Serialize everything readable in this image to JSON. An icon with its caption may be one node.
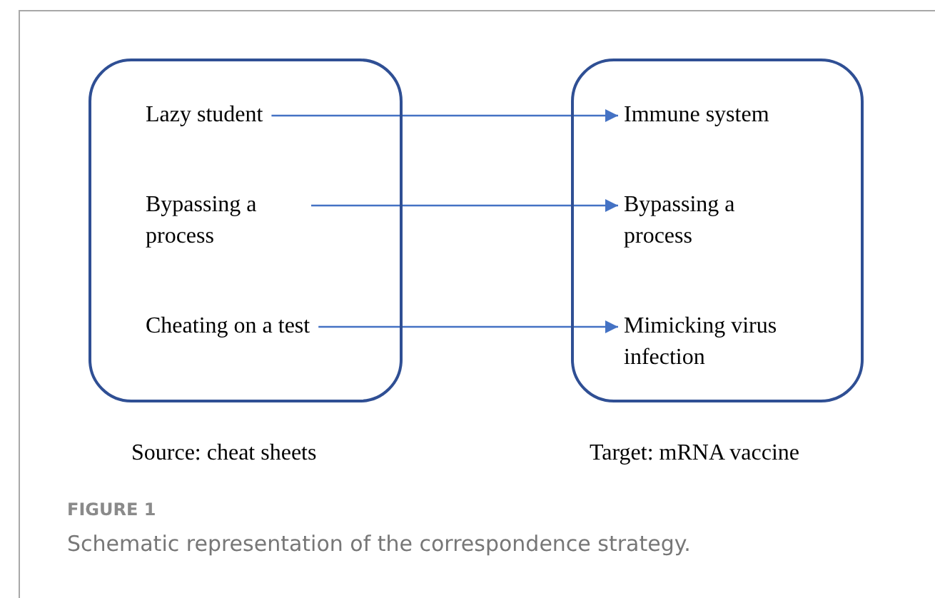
{
  "diagram": {
    "caption": "Schematic representation of the correspondence strategy.",
    "nodes": [
      {
        "text": [],
        "shape": "box",
        "beside": [
          "Source: cheat sheets"
        ]
      },
      {
        "text": [
          "Lazy student"
        ],
        "in": 0
      },
      {
        "text": [
          "Bypassing a process"
        ],
        "in": 0
      },
      {
        "text": [
          "Cheating on a test"
        ],
        "in": 0
      },
      {
        "text": [],
        "shape": "box",
        "beside": [
          "Target: mRNA vaccine"
        ]
      },
      {
        "text": [
          "Immune system"
        ],
        "in": 4
      },
      {
        "text": [
          "Bypassing a process"
        ],
        "in": 4
      },
      {
        "text": [
          "Mimicking virus infection"
        ],
        "in": 4
      }
    ],
    "edges": [
      {
        "from": 1,
        "to": 5,
        "arrow": "to"
      },
      {
        "from": 2,
        "to": 6,
        "arrow": "to"
      },
      {
        "from": 3,
        "to": 7,
        "arrow": "to"
      }
    ],
    "labels": [
      "FIGURE 1"
    ]
  }
}
